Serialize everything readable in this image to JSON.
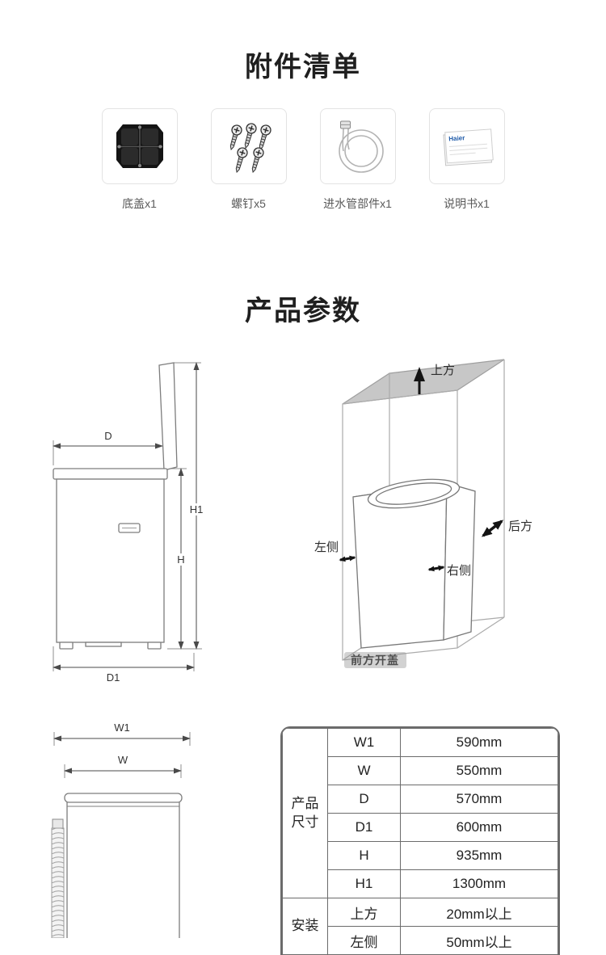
{
  "accessories": {
    "title": "附件清单",
    "manual_brand_color": "#1e5aa8",
    "items": [
      {
        "icon": "bottom-cover-icon",
        "label": "底盖x1"
      },
      {
        "icon": "screws-icon",
        "label": "螺钉x5"
      },
      {
        "icon": "inlet-hose-icon",
        "label": "进水管部件x1"
      },
      {
        "icon": "manual-icon",
        "label": "说明书x1",
        "brand": "Haier"
      }
    ]
  },
  "parameters": {
    "title": "产品参数",
    "side_view": {
      "d": "D",
      "h1": "H1",
      "h": "H",
      "d1": "D1"
    },
    "clearance_view": {
      "top": "上方",
      "rear": "后方",
      "left": "左侧",
      "right": "右侧",
      "front": "前方开盖"
    },
    "front_view": {
      "w1": "W1",
      "w": "W"
    }
  },
  "spec_table": {
    "groups": [
      {
        "label": "产品尺寸",
        "rows": [
          {
            "param": "W1",
            "value": "590mm"
          },
          {
            "param": "W",
            "value": "550mm"
          },
          {
            "param": "D",
            "value": "570mm"
          },
          {
            "param": "D1",
            "value": "600mm"
          },
          {
            "param": "H",
            "value": "935mm"
          },
          {
            "param": "H1",
            "value": "1300mm"
          }
        ]
      },
      {
        "label": "安装",
        "rows": [
          {
            "param": "上方",
            "value": "20mm以上"
          },
          {
            "param": "左侧",
            "value": "50mm以上"
          }
        ]
      }
    ]
  }
}
